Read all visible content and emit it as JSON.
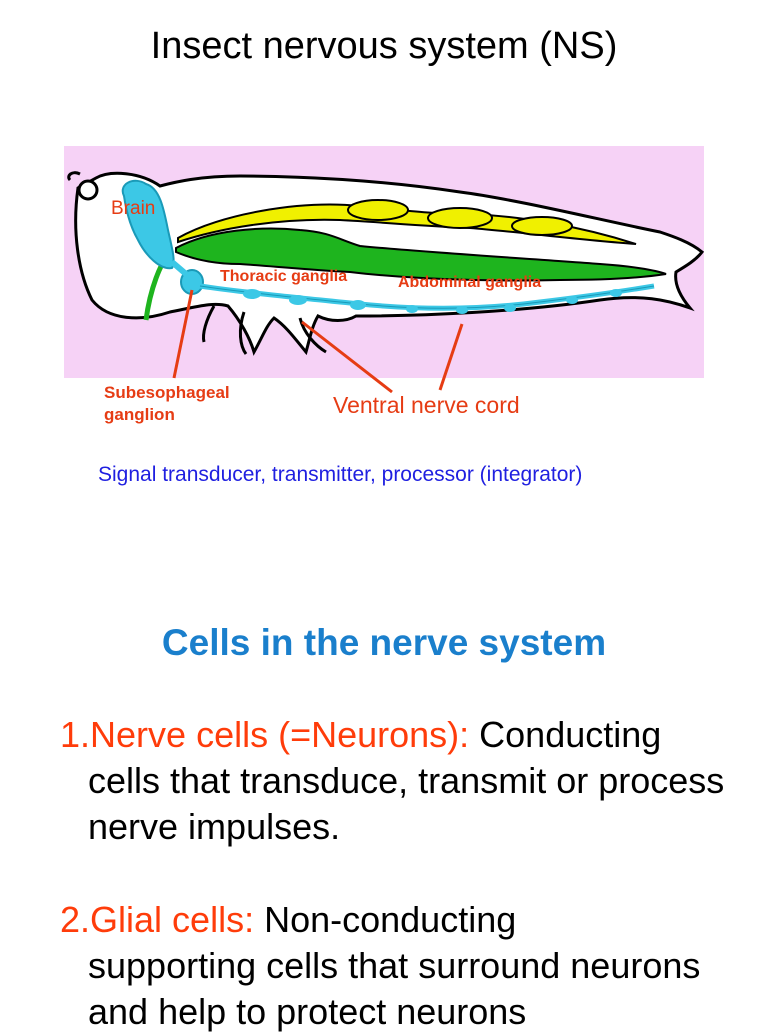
{
  "title": "Insect nervous system (NS)",
  "figure": {
    "labels": {
      "brain": "Brain",
      "thoracic": "Thoracic ganglia",
      "abdominal": "Abdominal ganglia",
      "subesophageal_line1": "Subesophageal",
      "subesophageal_line2": "ganglion",
      "ventral": "Ventral nerve cord"
    },
    "colors": {
      "background": "#f6d2f6",
      "nerve_cord": "#3cc8e6",
      "green_organ": "#1eb41e",
      "yellow_organ": "#f0f000",
      "label": "#e63c14"
    }
  },
  "caption": "Signal transducer, transmitter, processor (integrator)",
  "heading": "Cells in the nerve system",
  "items": [
    {
      "number": "1.",
      "term": "Nerve cells (=Neurons):",
      "lead": " Conducting",
      "rest": "cells that transduce, transmit or process nerve impulses."
    },
    {
      "number": "2.",
      "term": "Glial cells:",
      "lead": " Non-conducting",
      "rest": "supporting cells that surround neurons and help to protect neurons"
    }
  ]
}
